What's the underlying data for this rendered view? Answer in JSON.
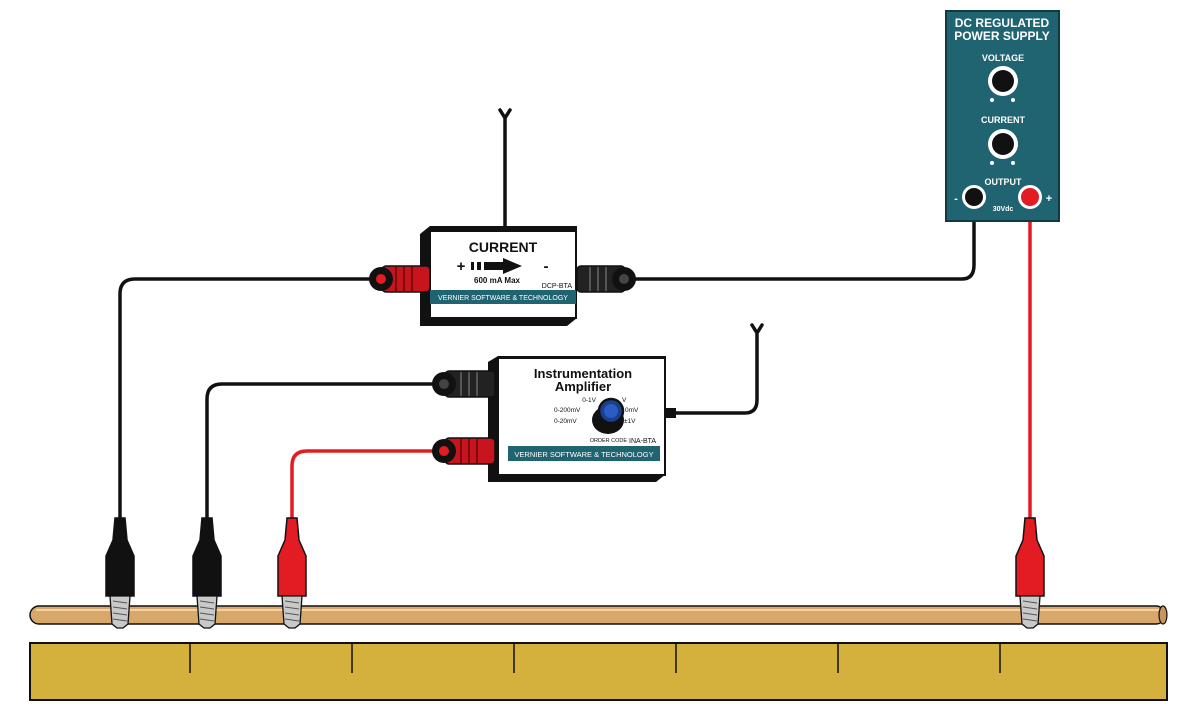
{
  "power_supply": {
    "title_line1": "DC  REGULATED",
    "title_line2": "POWER SUPPLY",
    "voltage_label": "VOLTAGE",
    "current_label": "CURRENT",
    "output_label": "OUTPUT",
    "minus_label": "-",
    "plus_label": "+",
    "rating": "30Vdc",
    "panel_color": "#1f6470"
  },
  "current_sensor": {
    "title": "CURRENT",
    "plus": "+",
    "minus": "-",
    "max_rating": "600 mA Max",
    "model": "DCP-BTA",
    "brand": "VERNIER SOFTWARE & TECHNOLOGY"
  },
  "amplifier": {
    "title_line1": "Instrumentation",
    "title_line2": "Amplifier",
    "range_1v": "0-1V",
    "range_200mv": "0-200mV",
    "range_20mv": "0-20mV",
    "range_right_top": "V",
    "range_right_mid": "0mV",
    "range_right_bot": "±1V",
    "order_code_label": "ORDER CODE",
    "order_code": "INA-BTA",
    "brand": "VERNIER SOFTWARE & TECHNOLOGY"
  },
  "colors": {
    "wire_black": "#111111",
    "wire_red": "#e31b23",
    "rod": "#d7a86a",
    "ruler": "#d3b13c",
    "brand_bar": "#1f6470"
  }
}
